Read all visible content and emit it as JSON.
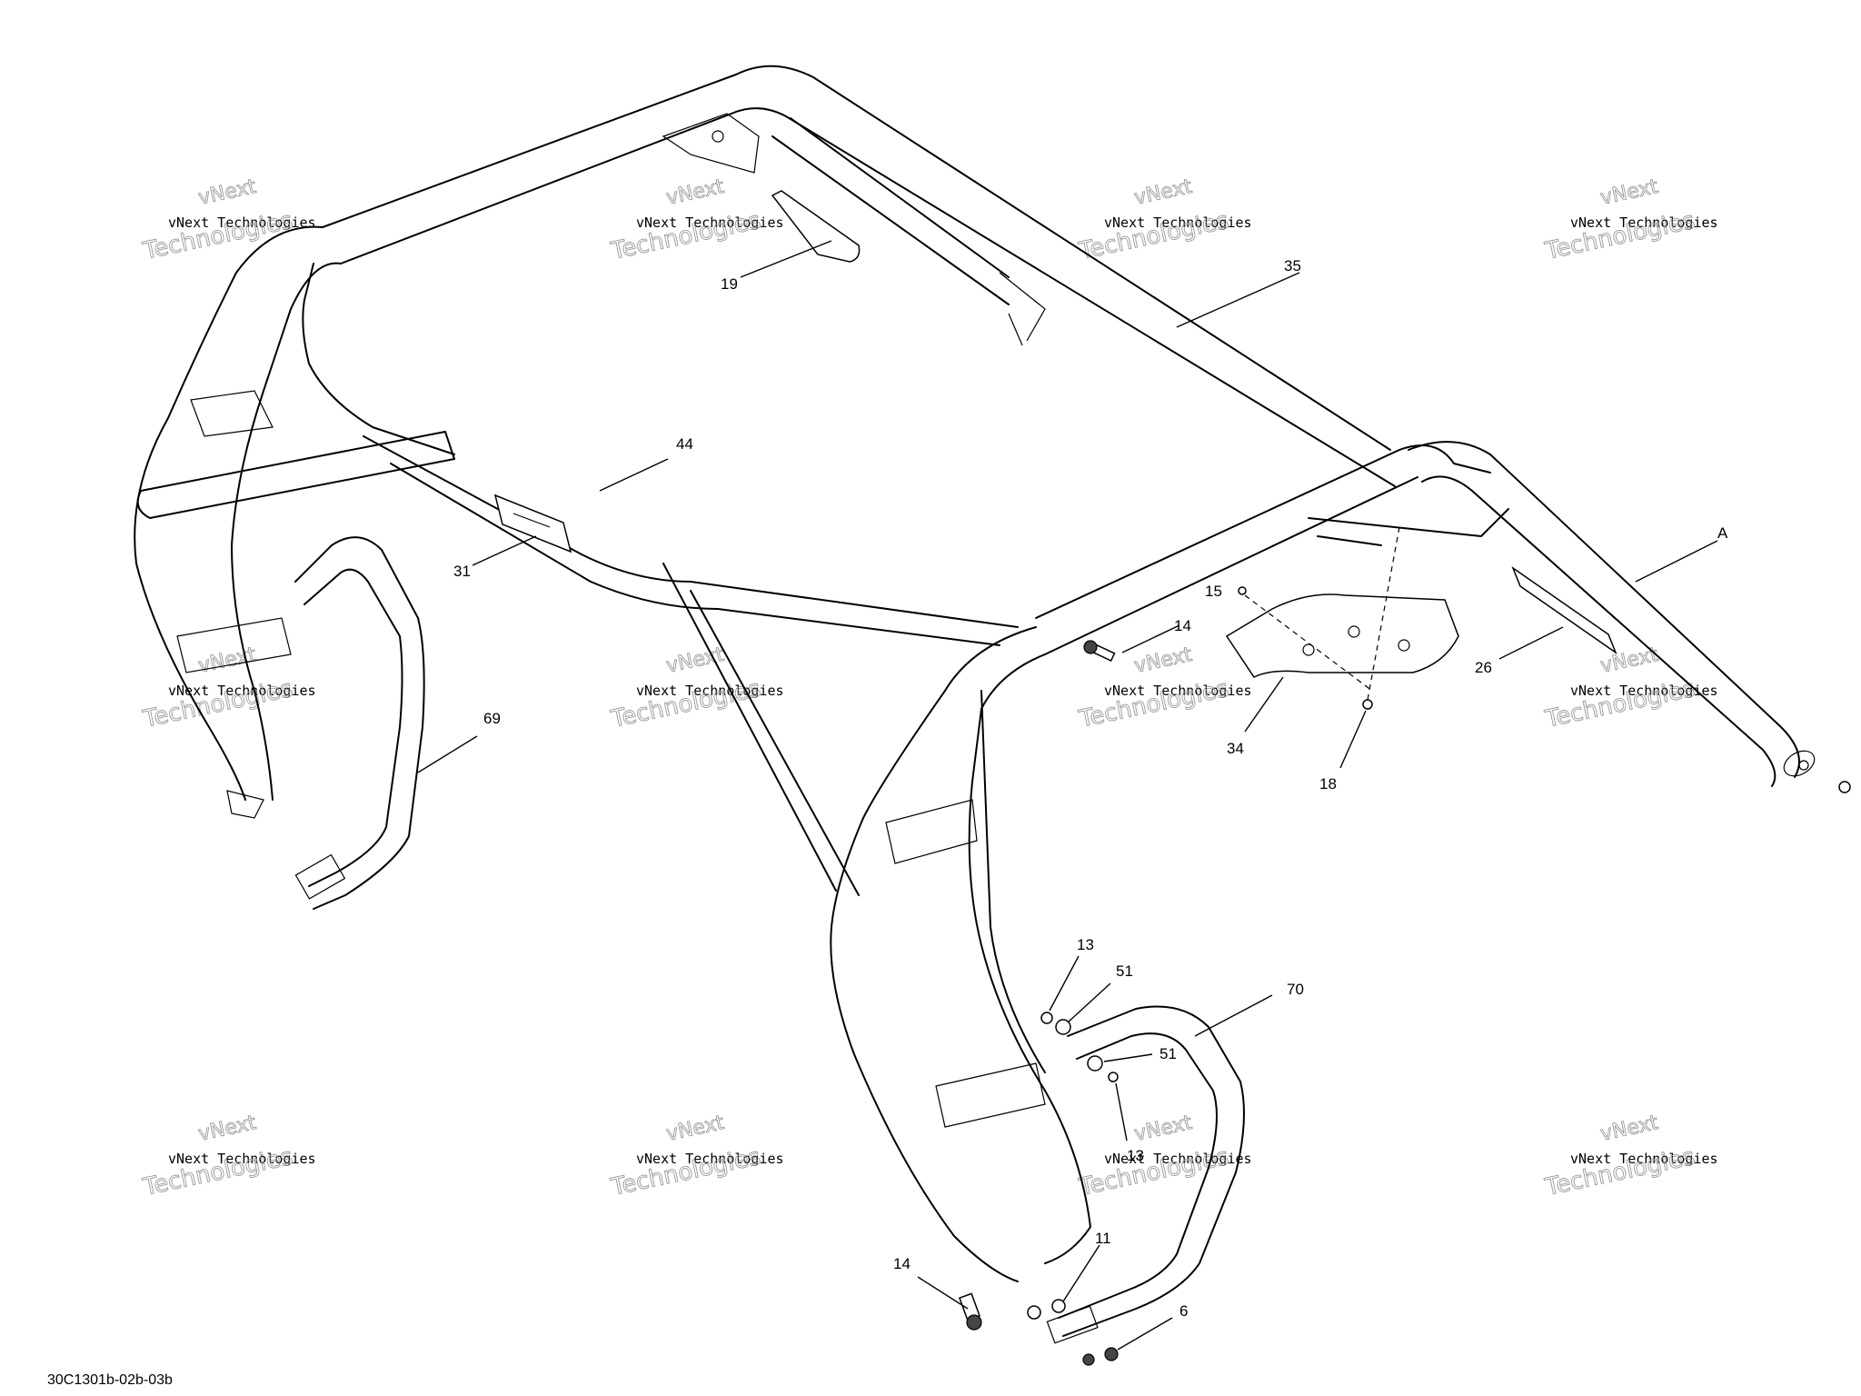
{
  "diagram": {
    "code": "30C1301b-02b-03b",
    "watermark": {
      "line": "vNext Technologies",
      "big": "Technologies",
      "top": "vNext"
    },
    "labels": {
      "p35": "35",
      "p19": "19",
      "p44": "44",
      "p31": "31",
      "pA": "A",
      "p15": "15",
      "p14a": "14",
      "p34": "34",
      "p18": "18",
      "p26": "26",
      "p69": "69",
      "p13a": "13",
      "p51a": "51",
      "p51b": "51",
      "p70": "70",
      "p13b": "13",
      "p11": "11",
      "p14b": "14",
      "p6": "6"
    }
  }
}
